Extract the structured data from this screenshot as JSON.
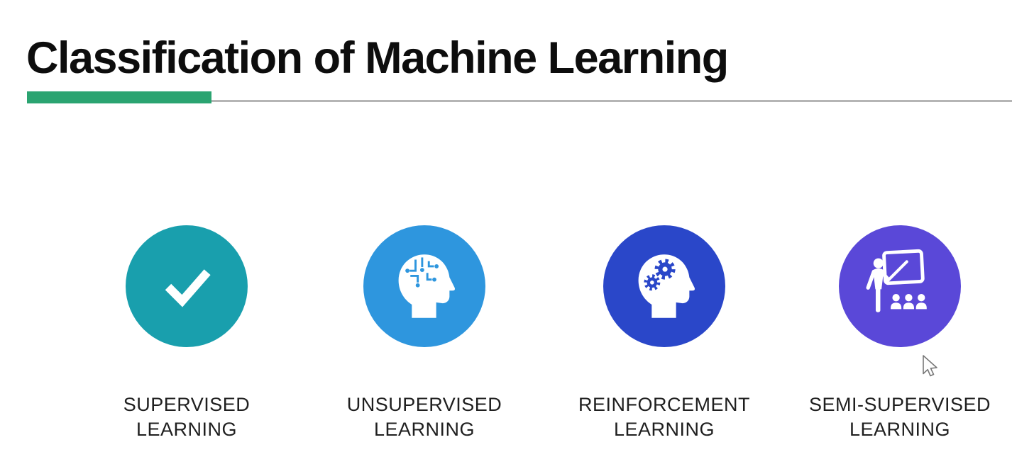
{
  "slide": {
    "title": "Classification of Machine Learning",
    "title_color": "#0d0d0d",
    "accent_bar_color": "#2BA471",
    "divider_color": "#B5B5B5",
    "background_color": "#FFFFFF"
  },
  "categories": [
    {
      "id": "supervised-learning",
      "label_line1": "SUPERVISED",
      "label_line2": "LEARNING",
      "circle_color": "#199FAD",
      "icon": "checkmark-icon"
    },
    {
      "id": "unsupervised-learning",
      "label_line1": "UNSUPERVISED",
      "label_line2": "LEARNING",
      "circle_color": "#2E96DE",
      "icon": "circuit-brain-head-icon"
    },
    {
      "id": "reinforcement-learning",
      "label_line1": "REINFORCEMENT",
      "label_line2": "LEARNING",
      "circle_color": "#2A47C9",
      "icon": "gears-head-icon"
    },
    {
      "id": "semi-supervised-learning",
      "label_line1": "SEMI-SUPERVISED",
      "label_line2": "LEARNING",
      "circle_color": "#5A48D8",
      "icon": "teacher-board-icon"
    }
  ],
  "cursor": {
    "icon": "arrow-pointer-icon"
  }
}
